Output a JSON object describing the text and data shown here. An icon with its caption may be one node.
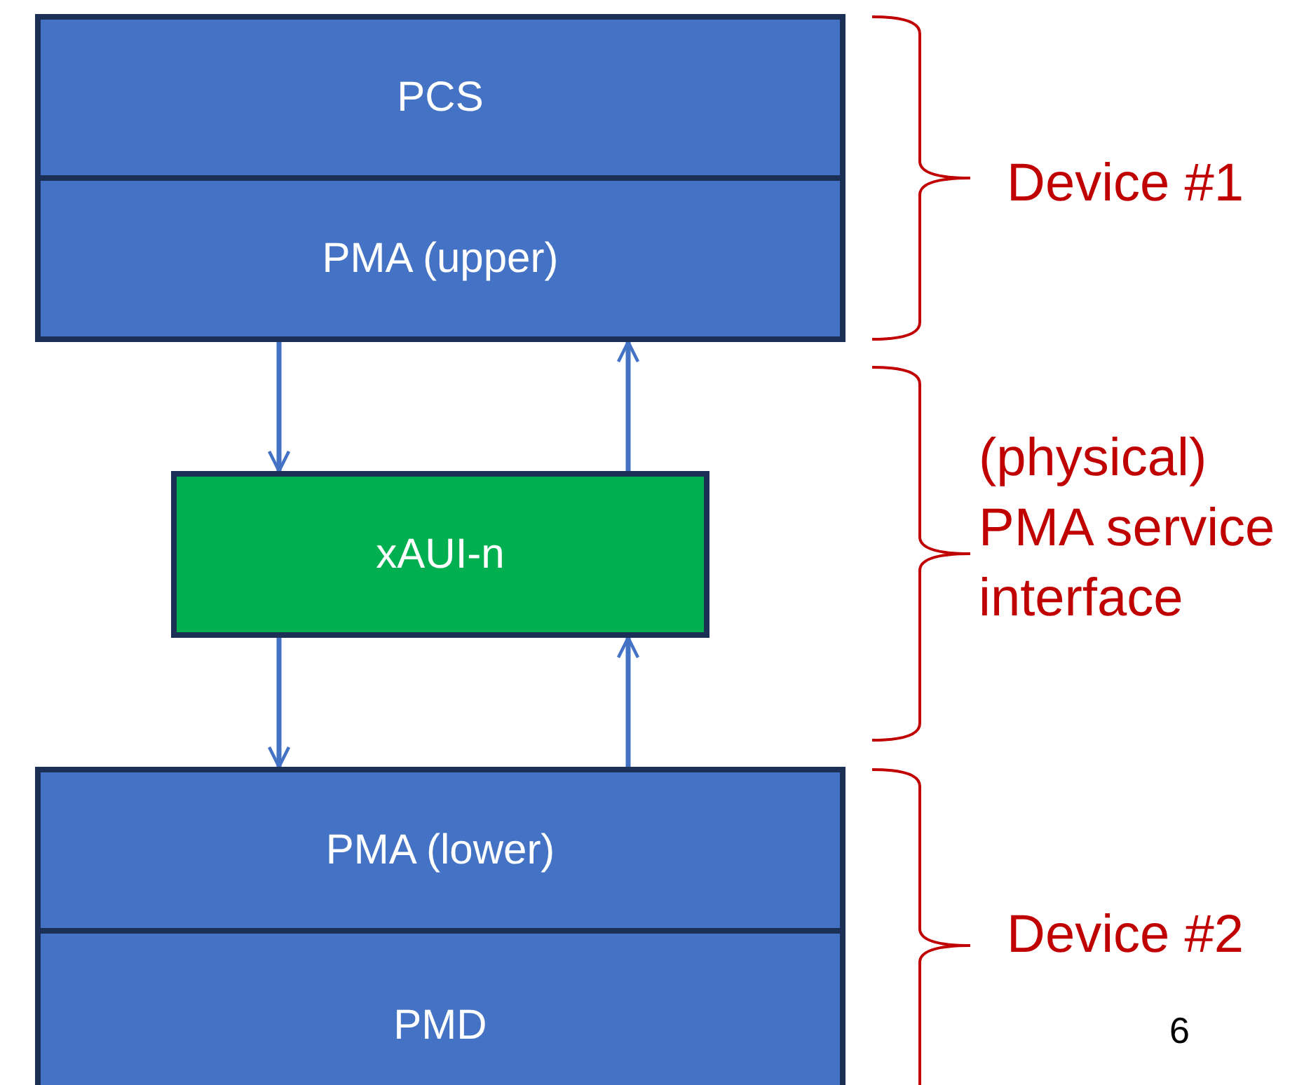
{
  "diagram": {
    "nodes": [
      {
        "text": [
          "PCS"
        ]
      },
      {
        "text": [
          "PMA (upper)"
        ]
      },
      {
        "text": [
          "xAUI-n"
        ]
      },
      {
        "text": [
          "PMA (lower)"
        ]
      },
      {
        "text": [
          "PMD"
        ]
      }
    ],
    "edges": [
      {
        "from": 1,
        "to": 2,
        "arrow": "to"
      },
      {
        "from": 2,
        "to": 1,
        "arrow": "to"
      },
      {
        "from": 2,
        "to": 3,
        "arrow": "to"
      },
      {
        "from": 3,
        "to": 2,
        "arrow": "to"
      }
    ],
    "labels": [
      "Device #1",
      "(physical) PMA service interface",
      "Device #2",
      "6"
    ]
  }
}
